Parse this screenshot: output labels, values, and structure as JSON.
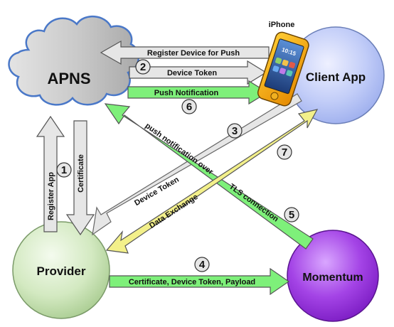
{
  "nodes": {
    "apns": "APNS",
    "client_app": "Client App",
    "provider": "Provider",
    "momentum": "Momentum",
    "iphone_caption": "iPhone"
  },
  "arrows": {
    "register_push": "Register Device for Push",
    "device_token_top": "Device Token",
    "push_notification": "Push Notification",
    "register_app": "Register App",
    "certificate": "Certificate",
    "device_token_diag": "Device Token",
    "data_exchange": "Data Exchange",
    "push_over_tls_a": "push notification over",
    "push_over_tls_b": "TLS connection",
    "cert_token_payload": "Certificate, Device Token, Payload"
  },
  "steps": {
    "s1": "1",
    "s2": "2",
    "s3": "3",
    "s4": "4",
    "s5": "5",
    "s6": "6",
    "s7": "7"
  },
  "phone_screen": {
    "time": "10:15"
  },
  "icons": {
    "phone": "iphone-icon",
    "cloud": "cloud-icon"
  },
  "colors": {
    "gray_arrow": "#e6e6e6",
    "green_arrow": "#7ef07a",
    "yellow_arrow": "#f3f08a",
    "client_fill": "#b9c6f7",
    "provider_fill": "#c9e3b4",
    "momentum_fill": "#a640e6",
    "cloud_fill": "#cfcfcf"
  }
}
